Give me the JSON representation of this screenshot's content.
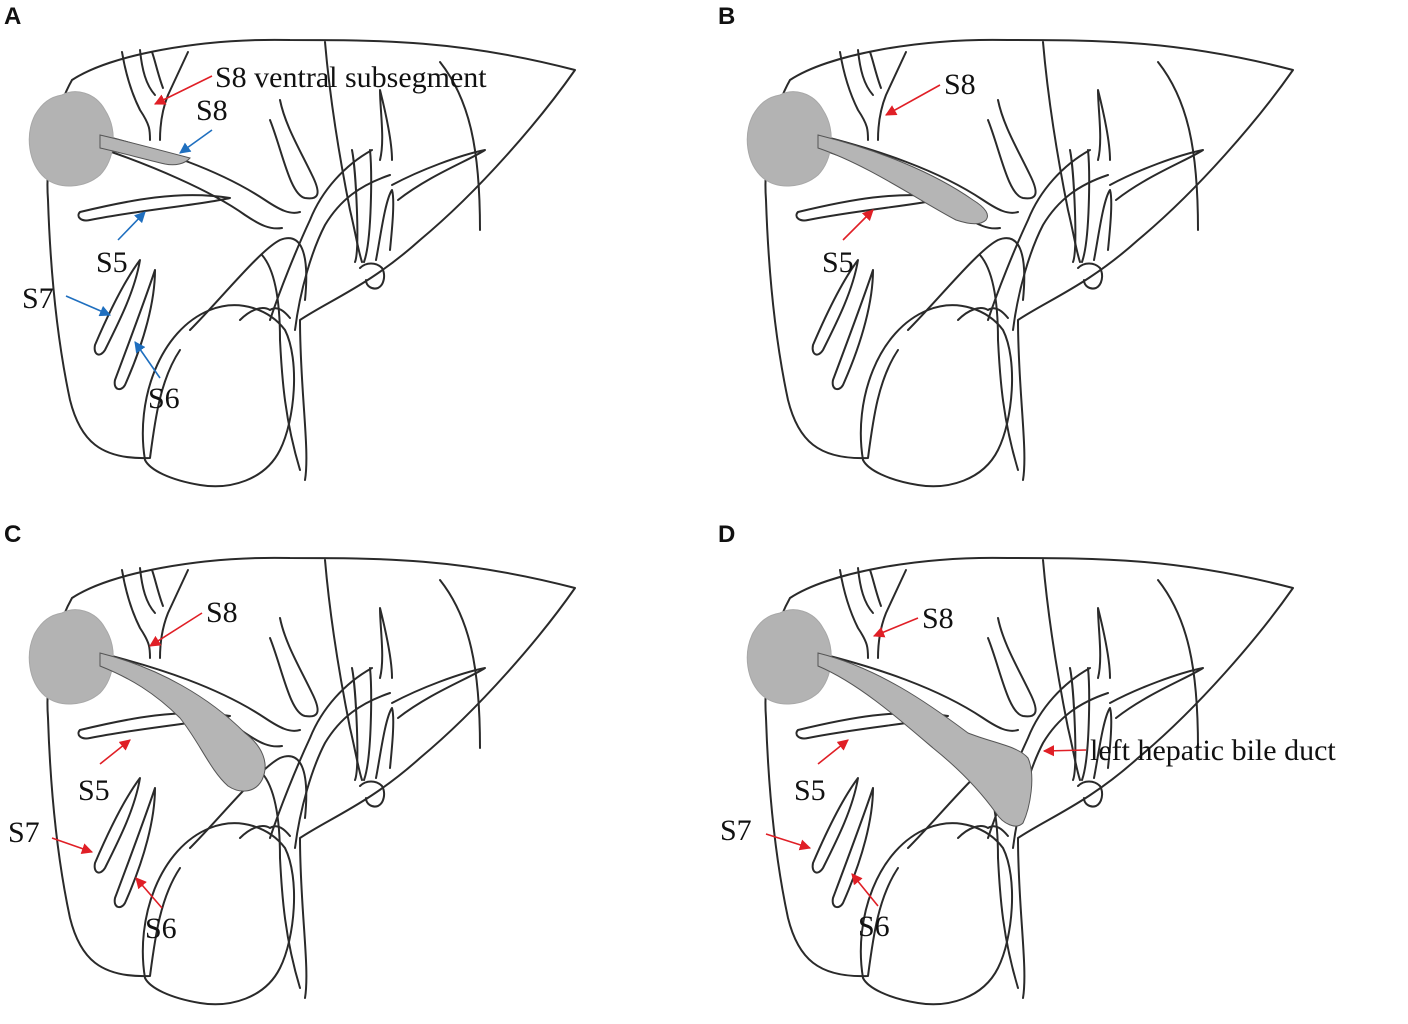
{
  "colors": {
    "red_arrow": "#e01f26",
    "blue_arrow": "#1f6fbf",
    "shading": "#b5b5b5",
    "line": "#2a2a2a"
  },
  "panels": [
    {
      "letter": "A",
      "labels": {
        "s8_ventral": "S8 ventral subsegment",
        "s8": "S8",
        "s5": "S5",
        "s7": "S7",
        "s6": "S6"
      }
    },
    {
      "letter": "B",
      "labels": {
        "s8": "S8",
        "s5": "S5"
      }
    },
    {
      "letter": "C",
      "labels": {
        "s8": "S8",
        "s5": "S5",
        "s7": "S7",
        "s6": "S6"
      }
    },
    {
      "letter": "D",
      "labels": {
        "s8": "S8",
        "s5": "S5",
        "s7": "S7",
        "s6": "S6",
        "left_hepatic": "left hepatic bile duct"
      }
    }
  ]
}
